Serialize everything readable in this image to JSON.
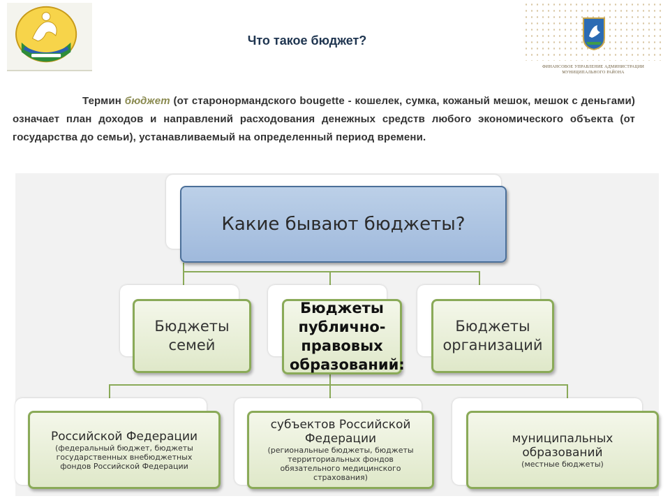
{
  "header": {
    "title": "Что такое бюджет?",
    "left_emblem": "bashkortostan-coat-of-arms-icon",
    "right_emblem": "district-coat-of-arms-icon",
    "right_emblem_caption": "ФИНАНСОВОЕ УПРАВЛЕНИЕ АДМИНИСТРАЦИИ МУНИЦИПАЛЬНОГО РАЙОНА"
  },
  "definition": {
    "prefix": "Термин ",
    "term": "бюджет",
    "rest": " (от старонормандского bougette - кошелек, сумка, кожаный мешок, мешок с деньгами) означает план доходов и направлений расходования денежных средств любого экономического объекта (от государства до семьи), устанавливаемый на определенный период времени."
  },
  "diagram": {
    "root": "Какие бывают бюджеты?",
    "level2": {
      "left": "Бюджеты семей",
      "center": "Бюджеты публично-правовых образований:",
      "right": "Бюджеты организаций"
    },
    "level3": [
      {
        "main": "Российской Федерации",
        "sub": "(федеральный бюджет, бюджеты государственных внебюджетных фондов Российской Федерации"
      },
      {
        "main": "субъектов Российской Федерации",
        "sub": "(региональные бюджеты, бюджеты территориальных фондов обязательного медицинского страхования)"
      },
      {
        "main": "муниципальных образований",
        "sub": "(местные бюджеты)"
      }
    ],
    "colors": {
      "root_fill": "#a9c2e0",
      "root_border": "#4b6f99",
      "node_border": "#8aaa58",
      "connector": "#8aaa58",
      "background": "#f2f2f2"
    }
  }
}
